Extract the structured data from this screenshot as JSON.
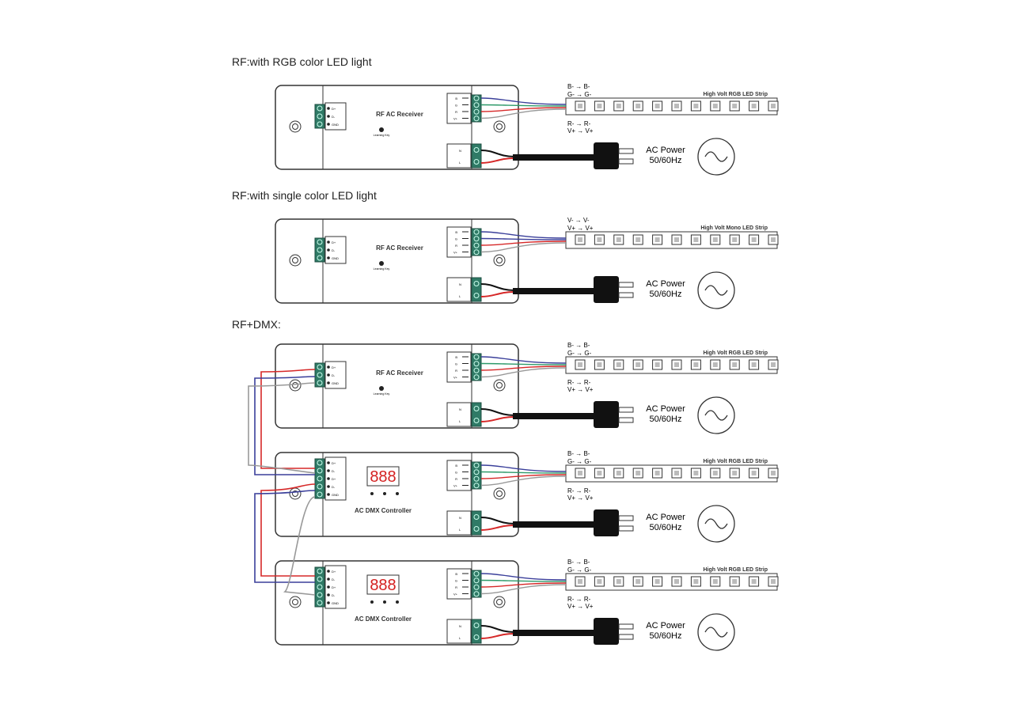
{
  "sections": [
    {
      "title": "RF:with RGB color LED light",
      "strip": "rgb"
    },
    {
      "title": "RF:with single color LED light",
      "strip": "mono"
    },
    {
      "title": "RF+DMX:",
      "strip": "rgb"
    }
  ],
  "devices": {
    "rf_receiver": {
      "name": "RF AC Receiver",
      "learning_key": "Learning Key",
      "input_pins": [
        "D+",
        "D-",
        "GND"
      ]
    },
    "dmx_controller": {
      "name": "AC DMX Controller",
      "display": "888",
      "input_pins": [
        "D+",
        "D-",
        "D+",
        "D-",
        "GND"
      ]
    },
    "output_pins": [
      "B",
      "G",
      "R",
      "V+"
    ],
    "power_pins": [
      "N",
      "L"
    ]
  },
  "strips": {
    "rgb": {
      "label": "High Volt RGB LED Strip",
      "wiring_top": [
        "B-  →  B-",
        "G-  →  G-"
      ],
      "wiring_bottom": [
        "R-  →  R-",
        "V+  →  V+"
      ]
    },
    "mono": {
      "label": "High Volt Mono LED Strip",
      "wiring_top": [
        "V-  →  V-",
        "V+  →  V+"
      ],
      "wiring_bottom": []
    }
  },
  "power": {
    "label": "AC Power",
    "frequency": "50/60Hz"
  },
  "colors": {
    "blue": "#3a3f9a",
    "green": "#2e9a6a",
    "red": "#d62828",
    "gray": "#999999",
    "terminal": "#2f7a66",
    "display": "#d42020"
  }
}
